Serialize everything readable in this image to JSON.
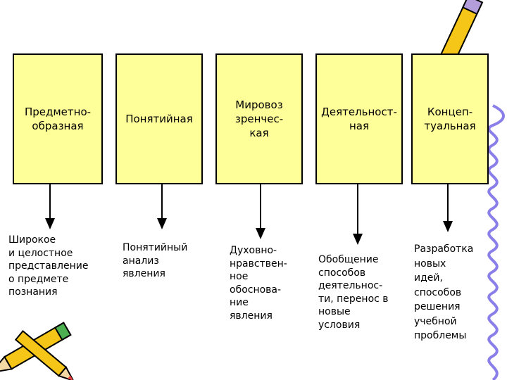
{
  "columns": [
    {
      "title": "Предметно-\nобразная",
      "text": "Широкое\nи целостное\nпредставление\nо предмете\nпознания"
    },
    {
      "title": "Понятийная",
      "text": "Понятийный\nанализ\nявления"
    },
    {
      "title": "Мировоз\nзренчес-\nкая",
      "text": "Духовно-\nнравствен-\nное\nобоснова-\nние\nявления"
    },
    {
      "title": "Деятельност-\nная",
      "text": "Обобщение\nспособов\nдеятельнос-\nти, перенос в\nновые\nусловия"
    },
    {
      "title": "Концеп-\nтуальная",
      "text": "Разработка\nновых\nидей,\nспособов\nрешения\nучебной\nпроблемы"
    }
  ],
  "colors": {
    "box_fill": "#ffff99",
    "border": "#000000",
    "pencil_body": "#f5c518",
    "pencil_tip": "#e84040",
    "spiral": "#8a7ee8"
  },
  "decorations": [
    "pencil-icon",
    "pencil-icon",
    "notebook-spiral-icon"
  ]
}
